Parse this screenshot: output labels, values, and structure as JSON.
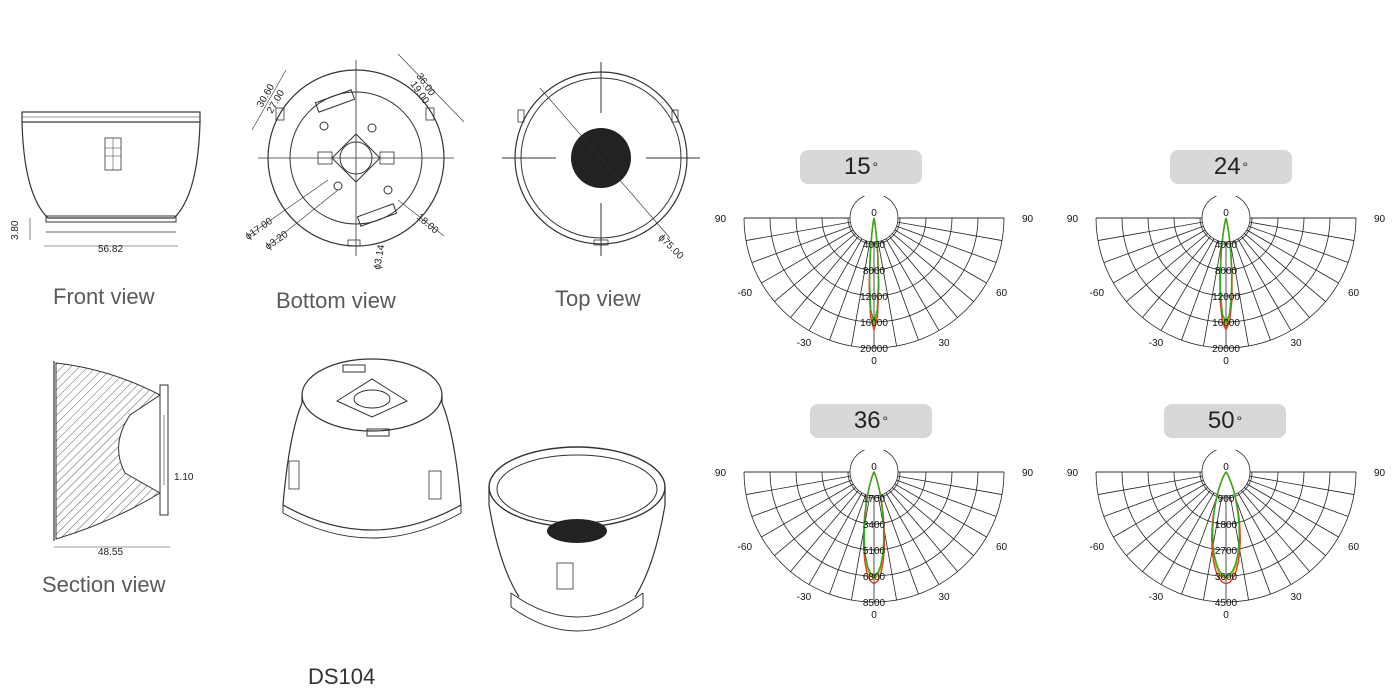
{
  "labels": {
    "front_view": "Front view",
    "bottom_view": "Bottom view",
    "top_view": "Top view",
    "section_view": "Section view",
    "model": "DS104"
  },
  "dimensions": {
    "front_width": "56.82",
    "front_height": "3.80",
    "section_width": "48.55",
    "section_offset": "1.10",
    "bottom_d1": "30.60",
    "bottom_d2": "27.00",
    "bottom_d3": "36.00",
    "bottom_d4": "19.00",
    "bottom_d5": "18.00",
    "bottom_phi1": "ϕ17.00",
    "bottom_phi2": "ϕ3.20",
    "bottom_phi3": "ϕ3.14",
    "top_phi": "ϕ75.00"
  },
  "polar_charts": [
    {
      "beam": "15",
      "unit": "°",
      "radial_labels": [
        "0",
        "4000",
        "8000",
        "12000",
        "16000",
        "20000"
      ],
      "angles": [
        "-90",
        "-60",
        "-30",
        "0",
        "30",
        "60",
        "90"
      ],
      "bottom_angle": "0"
    },
    {
      "beam": "24",
      "unit": "°",
      "radial_labels": [
        "0",
        "4000",
        "8000",
        "12000",
        "16000",
        "20000"
      ],
      "angles": [
        "-90",
        "-60",
        "-30",
        "0",
        "30",
        "60",
        "90"
      ],
      "bottom_angle": "0"
    },
    {
      "beam": "36",
      "unit": "°",
      "radial_labels": [
        "0",
        "1700",
        "3400",
        "5100",
        "6800",
        "8500"
      ],
      "angles": [
        "-90",
        "-60",
        "-30",
        "0",
        "30",
        "60",
        "90"
      ],
      "bottom_angle": "0"
    },
    {
      "beam": "50",
      "unit": "°",
      "radial_labels": [
        "0",
        "900",
        "1800",
        "2700",
        "3600",
        "4500"
      ],
      "angles": [
        "-90",
        "-60",
        "-30",
        "0",
        "30",
        "60",
        "90"
      ],
      "bottom_angle": "0"
    }
  ],
  "colors": {
    "curve_green": "#2eaa1e",
    "curve_red": "#e0402a",
    "curve_yellow": "#c8b400"
  }
}
